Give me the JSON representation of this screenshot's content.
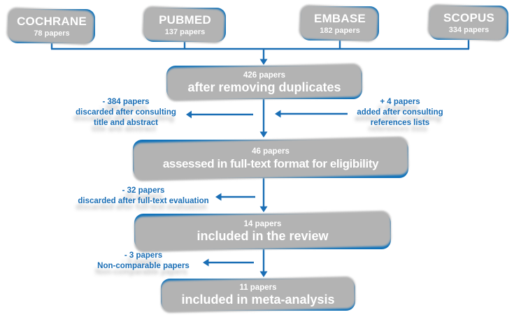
{
  "palette": {
    "box_blue": "#0f72ba",
    "line_blue": "#1a6eb5",
    "shadow_gray": "#b3b3b3",
    "box_text": "#ffffff",
    "background": "#ffffff"
  },
  "sources": [
    {
      "name": "COCHRANE",
      "count": "78 papers"
    },
    {
      "name": "PUBMED",
      "count": "137 papers"
    },
    {
      "name": "EMBASE",
      "count": "182 papers"
    },
    {
      "name": "SCOPUS",
      "count": "334 papers"
    }
  ],
  "stages": [
    {
      "count": "426 papers",
      "label": "after removing duplicates"
    },
    {
      "count": "46 papers",
      "label": "assessed in full-text format for eligibility"
    },
    {
      "count": "14 papers",
      "label": "included in the review"
    },
    {
      "count": "11 papers",
      "label": "included in meta-analysis"
    }
  ],
  "annotations": {
    "discard_title_abstract": {
      "amount": "- 384 papers",
      "line2": "discarded after consulting",
      "line3": "title and abstract"
    },
    "added_references": {
      "amount": "+ 4 papers",
      "line2": "added after consulting",
      "line3": "references lists"
    },
    "discard_fulltext": {
      "amount": "- 32 papers",
      "line2": "discarded after full-text evaluation"
    },
    "non_comparable": {
      "amount": "- 3 papers",
      "line2": "Non-comparable papers"
    }
  }
}
